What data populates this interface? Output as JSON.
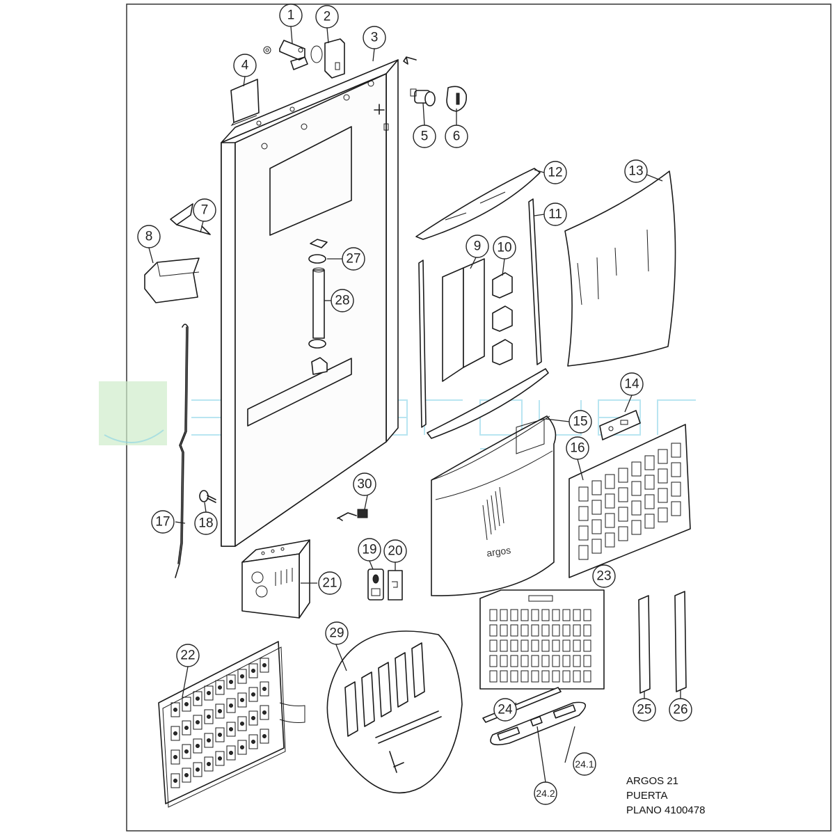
{
  "title_block": {
    "line1": "ARGOS 21",
    "line2": "PUERTA",
    "line3": "PLANO 4100478"
  },
  "brand_on_panel": "argos",
  "watermark_color": "#7fd0e6",
  "callouts": [
    {
      "id": "c1",
      "label": "1"
    },
    {
      "id": "c2",
      "label": "2"
    },
    {
      "id": "c3",
      "label": "3"
    },
    {
      "id": "c4",
      "label": "4"
    },
    {
      "id": "c5",
      "label": "5"
    },
    {
      "id": "c6",
      "label": "6"
    },
    {
      "id": "c7",
      "label": "7"
    },
    {
      "id": "c8",
      "label": "8"
    },
    {
      "id": "c9",
      "label": "9"
    },
    {
      "id": "c10",
      "label": "10"
    },
    {
      "id": "c11",
      "label": "11"
    },
    {
      "id": "c12",
      "label": "12"
    },
    {
      "id": "c13",
      "label": "13"
    },
    {
      "id": "c14",
      "label": "14"
    },
    {
      "id": "c15",
      "label": "15"
    },
    {
      "id": "c16",
      "label": "16"
    },
    {
      "id": "c17",
      "label": "17"
    },
    {
      "id": "c18",
      "label": "18"
    },
    {
      "id": "c19",
      "label": "19"
    },
    {
      "id": "c20",
      "label": "20"
    },
    {
      "id": "c21",
      "label": "21"
    },
    {
      "id": "c22",
      "label": "22"
    },
    {
      "id": "c23",
      "label": "23"
    },
    {
      "id": "c24",
      "label": "24"
    },
    {
      "id": "c24_1",
      "label": "24.1"
    },
    {
      "id": "c24_2",
      "label": "24.2"
    },
    {
      "id": "c25",
      "label": "25"
    },
    {
      "id": "c26",
      "label": "26"
    },
    {
      "id": "c27",
      "label": "27"
    },
    {
      "id": "c28",
      "label": "28"
    },
    {
      "id": "c29",
      "label": "29"
    },
    {
      "id": "c30",
      "label": "30"
    }
  ]
}
